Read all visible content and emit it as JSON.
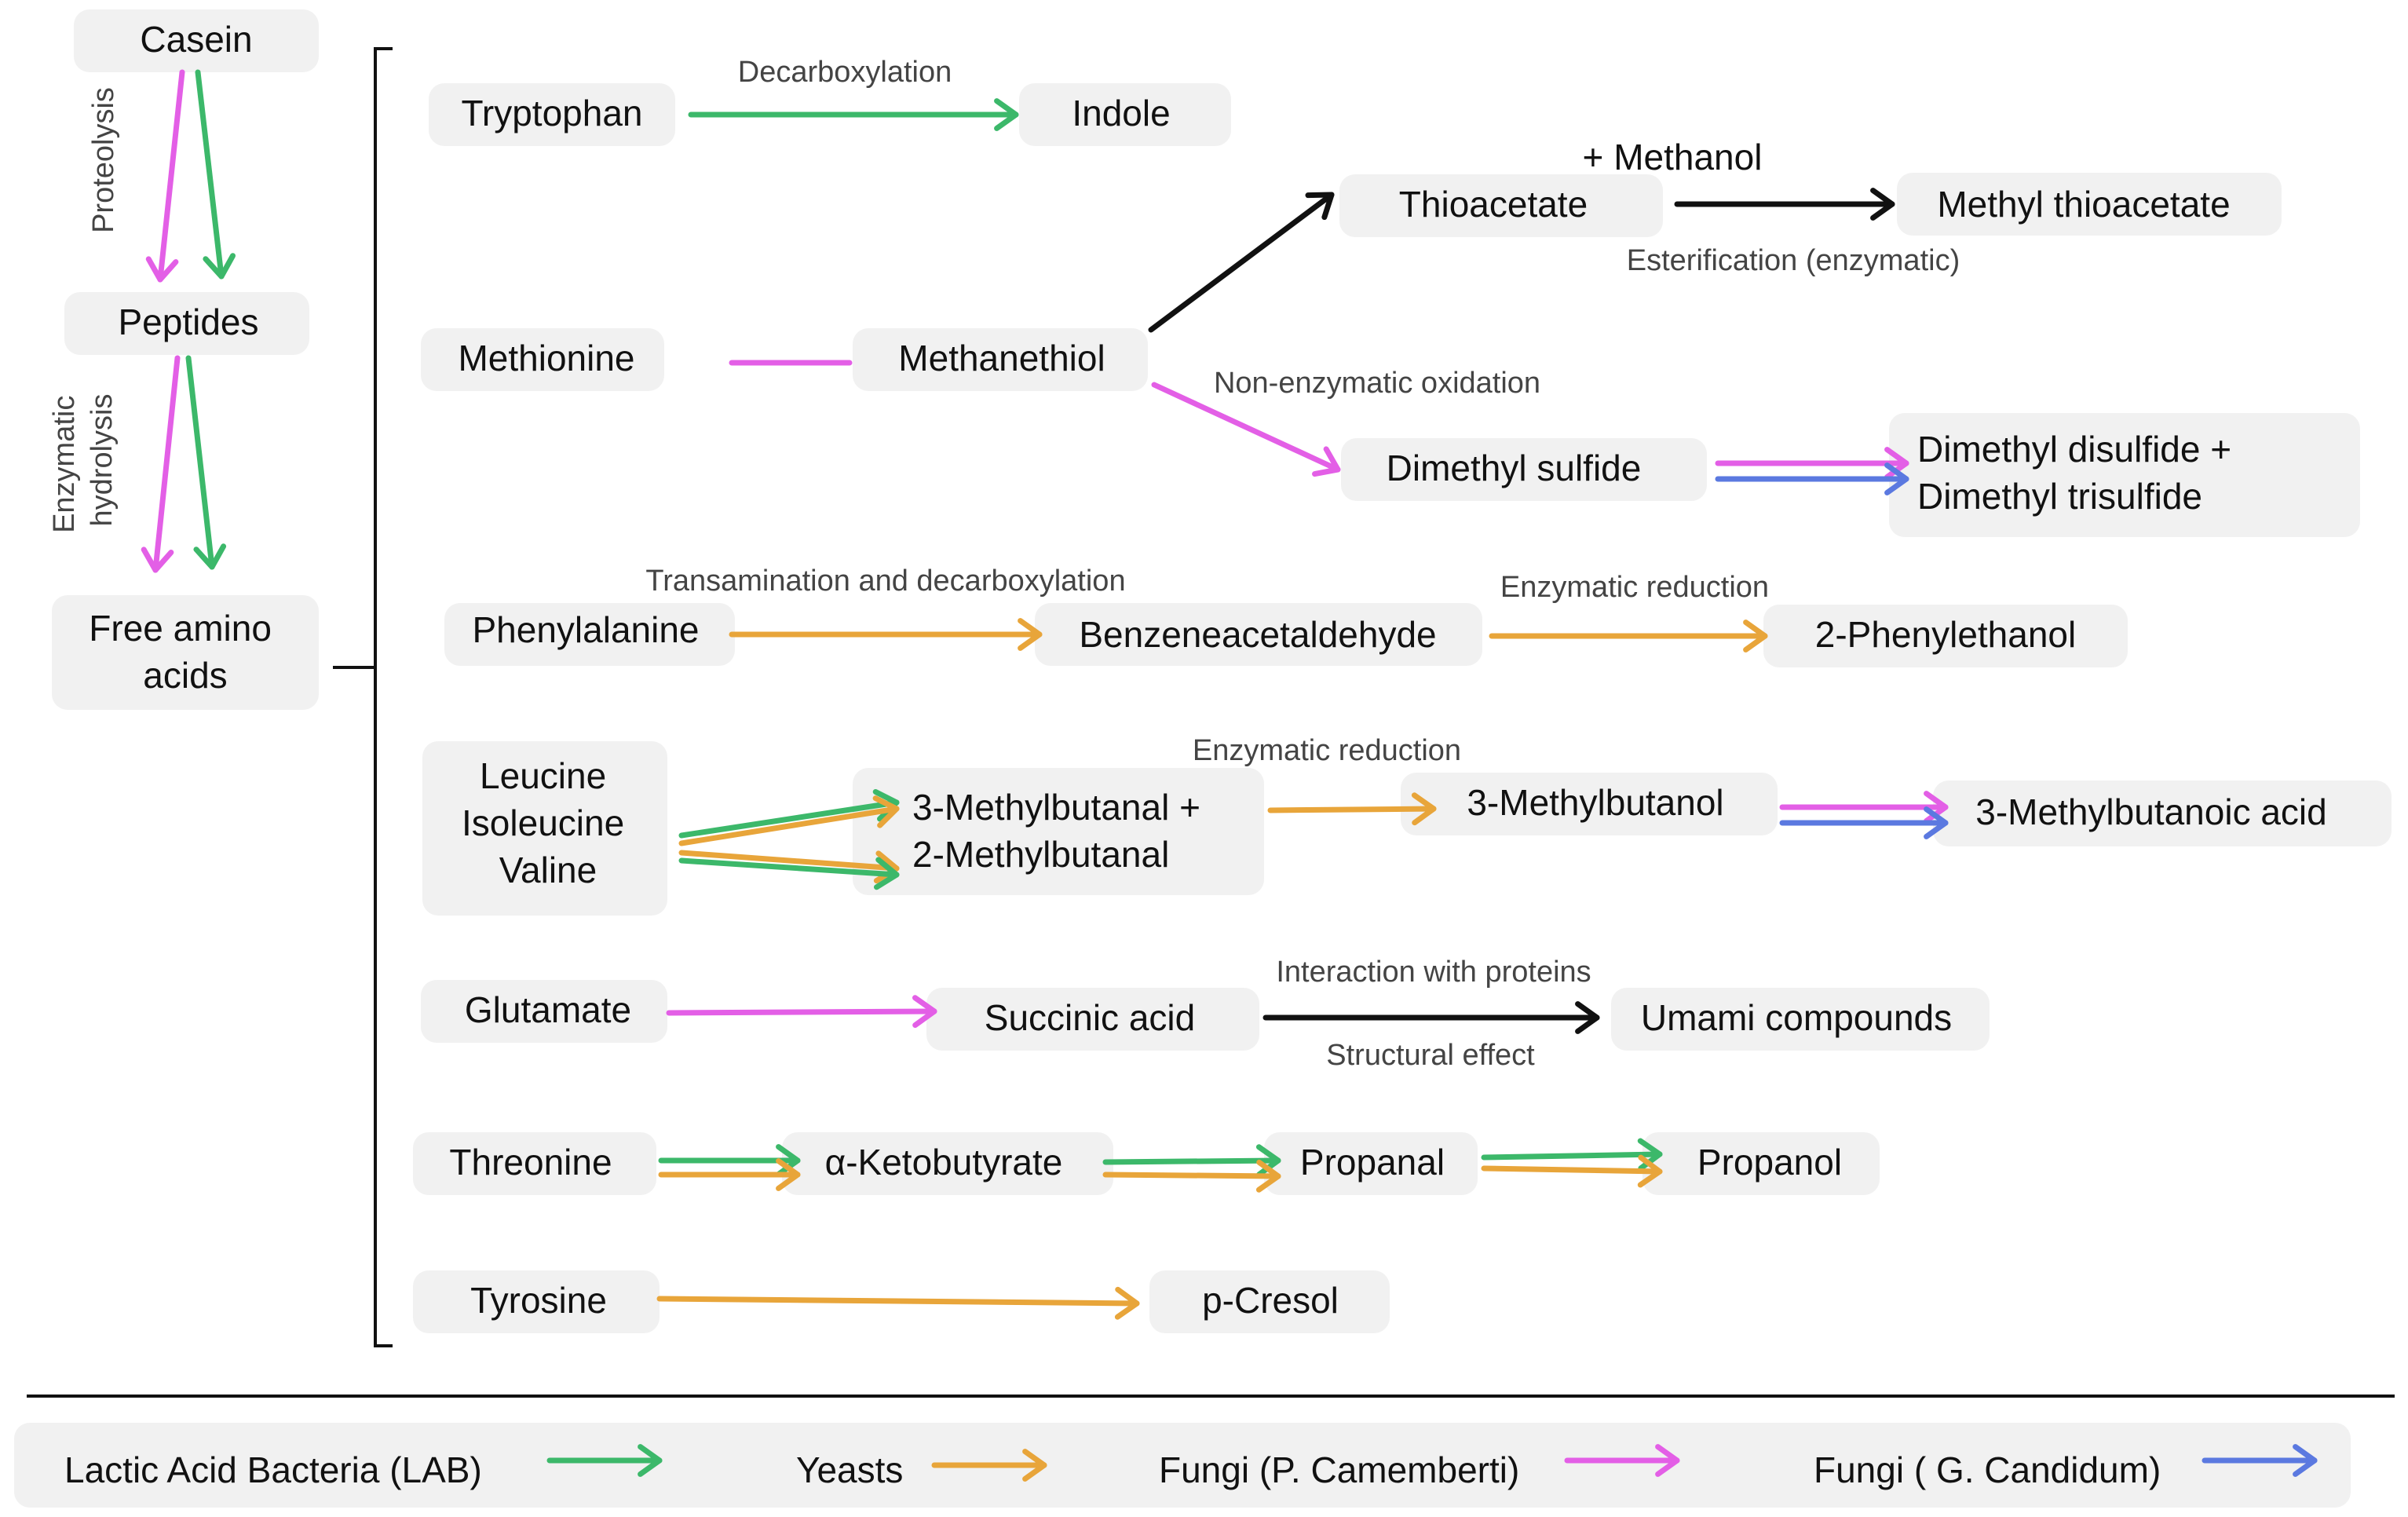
{
  "colors": {
    "lab": "#3cb86a",
    "yeast": "#e8a53a",
    "p_camemberti": "#e35fe6",
    "g_candidum": "#5b79e0",
    "black": "#111111"
  },
  "nodes": {
    "casein": "Casein",
    "peptides": "Peptides",
    "free_amino_acids": [
      "Free amino",
      "acids"
    ],
    "tryptophan": "Tryptophan",
    "indole": "Indole",
    "thioacetate": "Thioacetate",
    "methyl_thioacetate": "Methyl thioacetate",
    "methionine": "Methionine",
    "methanethiol": "Methanethiol",
    "dimethyl_sulfide": "Dimethyl sulfide",
    "dimethyl_di_trisulfide": [
      "Dimethyl disulfide +",
      "Dimethyl trisulfide"
    ],
    "phenylalanine": "Phenylalanine",
    "benzeneacetaldehyde": "Benzeneacetaldehyde",
    "phenylethanol": "2-Phenylethanol",
    "leu_ile_val": [
      "Leucine",
      "Isoleucine",
      "Valine"
    ],
    "methylbutanal": [
      "3-Methylbutanal +",
      "2-Methylbutanal"
    ],
    "methylbutanol": "3-Methylbutanol",
    "methylbutanoic_acid": "3-Methylbutanoic acid",
    "glutamate": "Glutamate",
    "succinic_acid": "Succinic acid",
    "umami_compounds": "Umami compounds",
    "threonine": "Threonine",
    "ketobutyrate": "α-Ketobutyrate",
    "propanal": "Propanal",
    "propanol": "Propanol",
    "tyrosine": "Tyrosine",
    "p_cresol": "p-Cresol"
  },
  "labels": {
    "proteolysis": "Proteolysis",
    "enzymatic_hydrolysis": [
      "Enzymatic",
      "hydrolysis"
    ],
    "decarboxylation": "Decarboxylation",
    "plus_methanol": "+ Methanol",
    "esterification": "Esterification (enzymatic)",
    "non_enzymatic_oxidation": "Non-enzymatic oxidation",
    "transamination_decarboxylation": "Transamination and decarboxylation",
    "enzymatic_reduction_1": "Enzymatic reduction",
    "enzymatic_reduction_2": "Enzymatic reduction",
    "interaction_with_proteins": "Interaction with proteins",
    "structural_effect": "Structural effect"
  },
  "legend": {
    "lab": "Lactic Acid Bacteria (LAB)",
    "yeasts": "Yeasts",
    "p_camemberti": "Fungi (P. Camemberti)",
    "g_candidum": "Fungi ( G. Candidum)"
  }
}
